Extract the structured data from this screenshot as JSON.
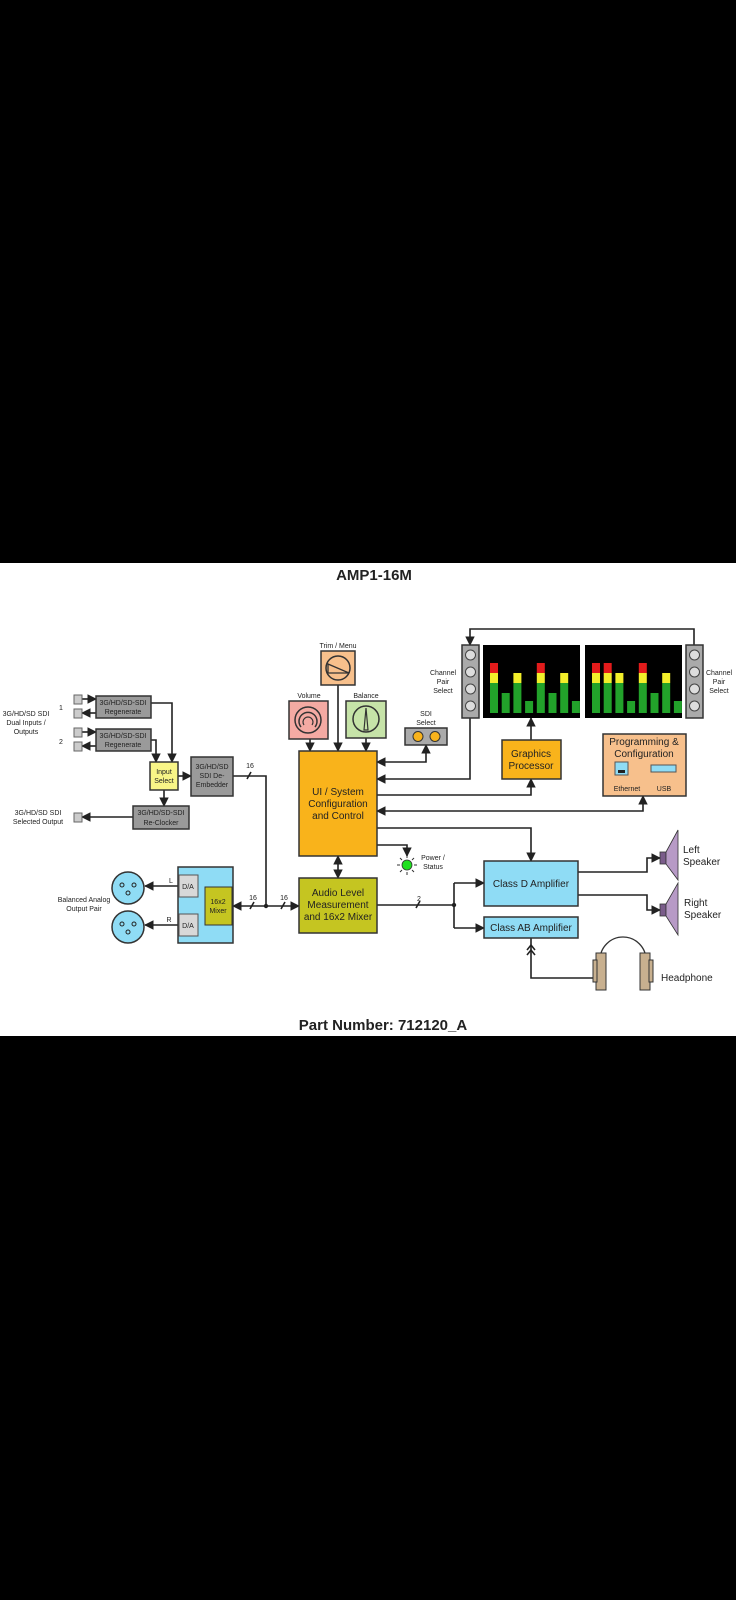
{
  "title": "AMP1-16M",
  "part_number": "Part Number:  712120_A",
  "left": {
    "sdi_inputs_label": [
      "3G/HD/SD SDI",
      "Dual Inputs /",
      "Outputs"
    ],
    "input_1": "1",
    "input_2": "2",
    "regenerate_1": [
      "3G/HD/SD-SDI",
      "Regenerate"
    ],
    "regenerate_2": [
      "3G/HD/SD-SDI",
      "Regenerate"
    ],
    "input_select": [
      "Input",
      "Select"
    ],
    "de_embedder": [
      "3G/HD/SD",
      "SDI De-",
      "Embedder"
    ],
    "re_clocker": [
      "3G/HD/SD-SDI",
      "Re-Clocker"
    ],
    "selected_output_label": [
      "3G/HD/SD SDI",
      "Selected Output"
    ],
    "bus_width_1": "16",
    "bus_width_2": "16",
    "bus_width_3": "16",
    "analog_label": [
      "Balanced Analog",
      "Output Pair"
    ],
    "channel_l": "L",
    "channel_r": "R",
    "da_l": "D/A",
    "da_r": "D/A",
    "mixer": [
      "16x2",
      "Mixer"
    ]
  },
  "center": {
    "trim_menu": "Trim / Menu",
    "volume": "Volume",
    "balance": "Balance",
    "sdi_select": [
      "SDI",
      "Select"
    ],
    "ui_system": [
      "UI / System",
      "Configuration",
      "and Control"
    ],
    "power_status": [
      "Power /",
      "Status"
    ],
    "audio_level": [
      "Audio Level",
      "Measurement",
      "and 16x2 Mixer"
    ],
    "stereo_width": "2"
  },
  "right": {
    "channel_pair_left": [
      "Channel",
      "Pair",
      "Select"
    ],
    "channel_pair_right": [
      "Channel",
      "Pair",
      "Select"
    ],
    "graphics_processor": [
      "Graphics",
      "Processor"
    ],
    "programming": [
      "Programming &",
      "Configuration"
    ],
    "ethernet": "Ethernet",
    "usb": "USB",
    "class_d": "Class D Amplifier",
    "class_ab": "Class AB Amplifier",
    "left_speaker": [
      "Left",
      "Speaker"
    ],
    "right_speaker": [
      "Right",
      "Speaker"
    ],
    "headphone": "Headphone"
  },
  "meters": {
    "levels": [
      [
        1.0,
        0.4,
        0.8,
        0.24,
        1.0,
        0.4,
        0.8,
        0.24
      ],
      [
        1.0,
        1.0,
        0.8,
        0.24,
        1.0,
        0.4,
        0.8,
        0.24
      ]
    ],
    "green_max": 0.6,
    "yellow_max": 0.8,
    "colors": {
      "green": "#22a22a",
      "yellow": "#f2ee2a",
      "red": "#e21b1b"
    }
  },
  "colors": {
    "orange": "#f9b31b",
    "olive": "#c5c521",
    "cyan": "#8fdcf5",
    "gray": "#9a9a9a",
    "peach": "#f7c08c",
    "yellow": "#f8f587"
  }
}
